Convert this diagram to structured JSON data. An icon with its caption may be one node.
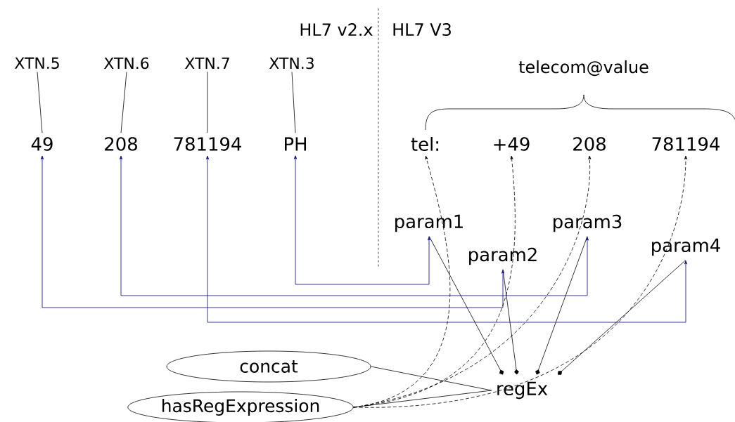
{
  "diagram": {
    "nodes": [
      {
        "text": [
          "XTN.5"
        ]
      },
      {
        "text": [
          "XTN.6"
        ]
      },
      {
        "text": [
          "XTN.7"
        ]
      },
      {
        "text": [
          "XTN.3"
        ]
      },
      {
        "text": [
          "49"
        ]
      },
      {
        "text": [
          "208"
        ]
      },
      {
        "text": [
          "781194"
        ]
      },
      {
        "text": [
          "PH"
        ]
      },
      {
        "text": [
          "tel:"
        ]
      },
      {
        "text": [
          "+49"
        ]
      },
      {
        "text": [
          "208"
        ]
      },
      {
        "text": [
          "781194"
        ]
      },
      {
        "text": [
          "param1"
        ]
      },
      {
        "text": [
          "param2"
        ]
      },
      {
        "text": [
          "param3"
        ]
      },
      {
        "text": [
          "param4"
        ]
      },
      {
        "text": [
          "concat"
        ]
      },
      {
        "text": [
          "hasRegExpression"
        ]
      },
      {
        "text": [
          "regEx"
        ]
      }
    ],
    "edges": [
      {
        "from": 0,
        "to": 4,
        "arrow": "none"
      },
      {
        "from": 1,
        "to": 5,
        "arrow": "none"
      },
      {
        "from": 2,
        "to": 6,
        "arrow": "none"
      },
      {
        "from": 3,
        "to": 7,
        "arrow": "none"
      },
      {
        "from": 7,
        "to": 12,
        "arrow": "both",
        "color": "#000080"
      },
      {
        "from": 5,
        "to": 14,
        "arrow": "both",
        "color": "#000080"
      },
      {
        "from": 4,
        "to": 13,
        "arrow": "both",
        "color": "#000080"
      },
      {
        "from": 6,
        "to": 15,
        "arrow": "both",
        "color": "#000080"
      },
      {
        "from": 12,
        "to": 18,
        "arrow": "other"
      },
      {
        "from": 13,
        "to": 18,
        "arrow": "other"
      },
      {
        "from": 14,
        "to": 18,
        "arrow": "other"
      },
      {
        "from": 15,
        "to": 18,
        "arrow": "other"
      },
      {
        "from": 16,
        "to": 18,
        "arrow": "none"
      },
      {
        "from": 17,
        "to": 18,
        "arrow": "none"
      },
      {
        "from": 17,
        "to": 8,
        "arrow": "to",
        "style": "dashed"
      },
      {
        "from": 17,
        "to": 9,
        "arrow": "to",
        "style": "dashed"
      },
      {
        "from": 17,
        "to": 10,
        "arrow": "to",
        "style": "dashed"
      },
      {
        "from": 17,
        "to": 11,
        "arrow": "to",
        "style": "dashed"
      }
    ],
    "labels": [
      "HL7 v2.x",
      "HL7 V3",
      "telecom@value"
    ]
  }
}
